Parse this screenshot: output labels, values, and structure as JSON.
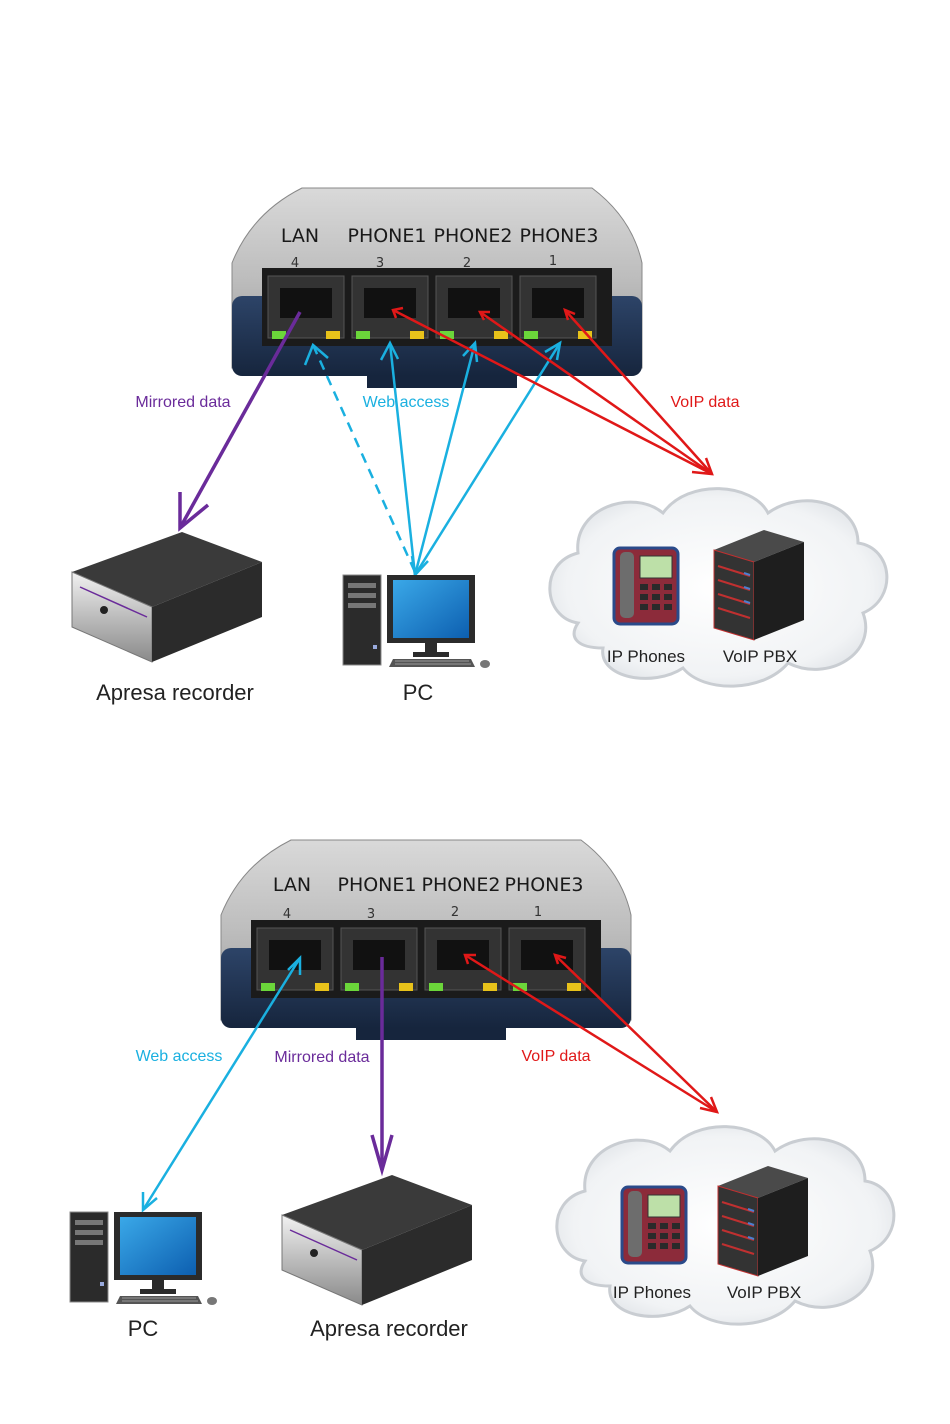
{
  "colors": {
    "mirrored": "#6a2b9a",
    "web": "#1ab0e0",
    "voip": "#e01818"
  },
  "top": {
    "ports": [
      {
        "name": "LAN",
        "number": "4"
      },
      {
        "name": "PHONE1",
        "number": "3"
      },
      {
        "name": "PHONE2",
        "number": "2"
      },
      {
        "name": "PHONE3",
        "number": "1"
      }
    ],
    "labels": {
      "mirrored": "Mirrored data",
      "web": "Web access",
      "voip": "VoIP data"
    },
    "nodes": {
      "recorder": "Apresa recorder",
      "pc": "PC",
      "ip_phones": "IP Phones",
      "pbx": "VoIP PBX"
    }
  },
  "bottom": {
    "ports": [
      {
        "name": "LAN",
        "number": "4"
      },
      {
        "name": "PHONE1",
        "number": "3"
      },
      {
        "name": "PHONE2",
        "number": "2"
      },
      {
        "name": "PHONE3",
        "number": "1"
      }
    ],
    "labels": {
      "web": "Web access",
      "mirrored": "Mirrored data",
      "voip": "VoIP data"
    },
    "nodes": {
      "pc": "PC",
      "recorder": "Apresa recorder",
      "ip_phones": "IP Phones",
      "pbx": "VoIP PBX"
    }
  }
}
